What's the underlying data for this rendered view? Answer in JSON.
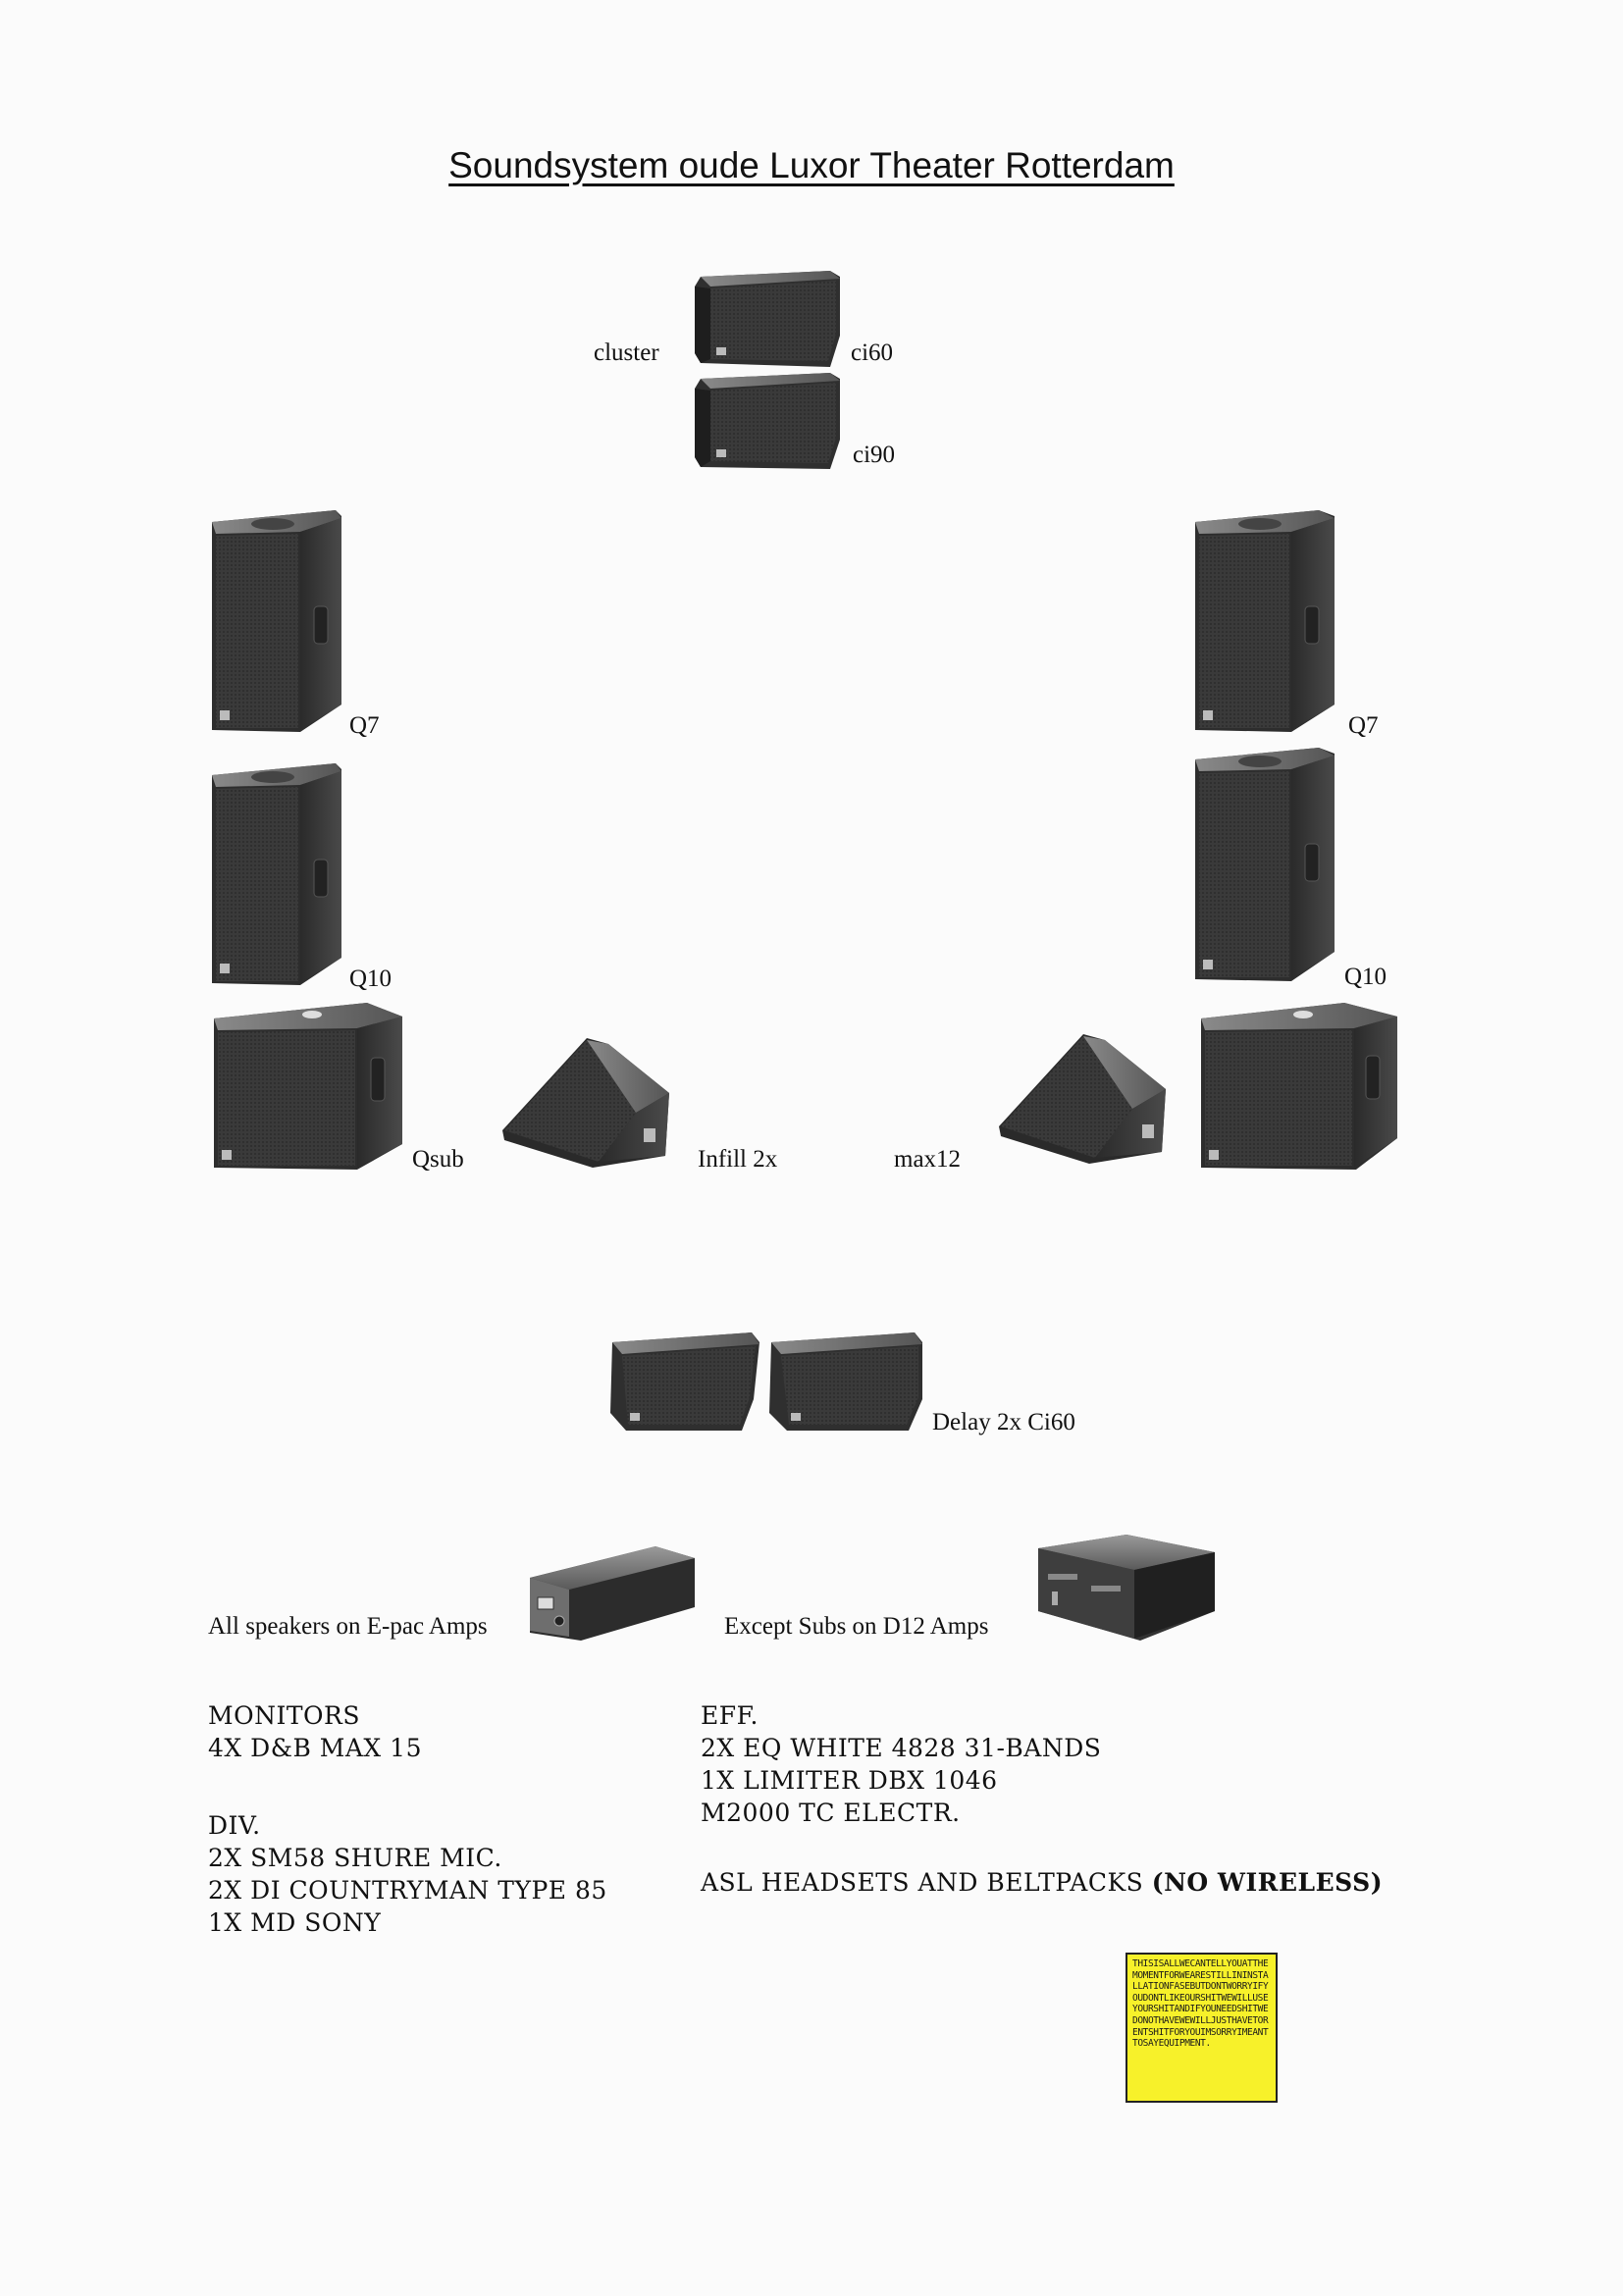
{
  "title": "Soundsystem oude Luxor Theater Rotterdam",
  "labels": {
    "cluster": "cluster",
    "ci60": "ci60",
    "ci90": "ci90",
    "q7_left": "Q7",
    "q7_right": "Q7",
    "q10_left": "Q10",
    "q10_right": "Q10",
    "qsub": "Qsub",
    "infill": "Infill 2x",
    "max12": "max12",
    "delay": "Delay 2x Ci60",
    "epac": "All speakers on E-pac Amps",
    "d12": "Except  Subs on D12 Amps"
  },
  "monitors": {
    "heading": "MONITORS",
    "items": [
      "4X D&B MAX 15"
    ]
  },
  "div": {
    "heading": "DIV.",
    "items": [
      "2X SM58 SHURE MIC.",
      "2X DI COUNTRYMAN TYPE 85",
      "1X MD SONY"
    ]
  },
  "eff": {
    "heading": "EFF.",
    "items": [
      "2X EQ WHITE 4828 31-BANDS",
      "1X LIMITER  DBX 1046",
      "M2000 TC ELECTR."
    ]
  },
  "asl": {
    "text": "ASL HEADSETS AND BELTPACKS ",
    "emphasis": "(NO WIRELESS)"
  },
  "stamp": {
    "text": "THISISALLWECANTELLYOUATTHEMOMENTFORWEARESTILLININSTALLATIONFASEBUTDONTWORRYIFYOUDONTLIKEOURSHITWEWILLUSEYOURSHITANDIFYOUNEEDSHITWEDONOTHAVEWEWILLJUSTHAVETORENTSHITFORYOUIMSORRYIMEANTTOSAYEQUIPMENT."
  }
}
